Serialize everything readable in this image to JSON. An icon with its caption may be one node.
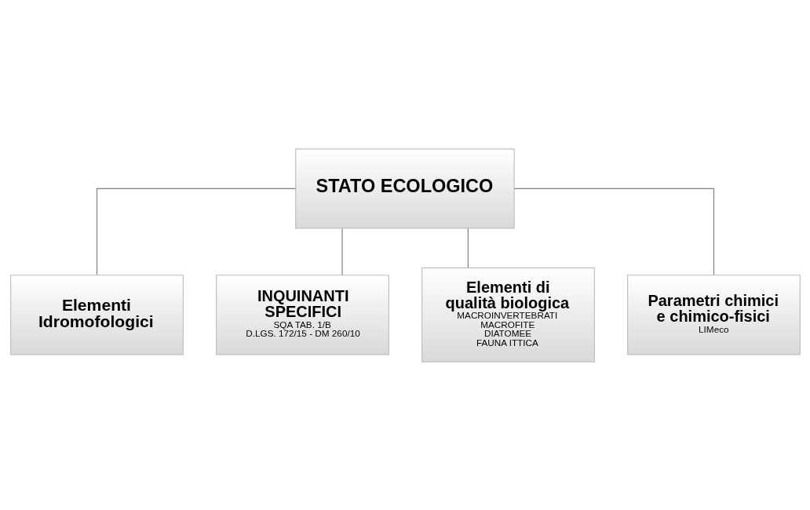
{
  "diagram": {
    "nodes": [
      {
        "text": [
          "STATO ECOLOGICO"
        ]
      },
      {
        "text": [
          "Elementi Idromofologici"
        ]
      },
      {
        "text": [
          "INQUINANTI SPECIFICI",
          "SQA TAB. 1/B",
          "D.LGS. 172/15 - DM 260/10"
        ]
      },
      {
        "text": [
          "Elementi di qualità biologica",
          "MACROINVERTEBRATI",
          "MACROFITE",
          "DIATOMEE",
          "FAUNA ITTICA"
        ]
      },
      {
        "text": [
          "Parametri chimici e chimico-fisici",
          "LIMeco"
        ]
      }
    ],
    "edges": [
      {
        "from": 0,
        "to": 1,
        "arrow": "none"
      },
      {
        "from": 0,
        "to": 2,
        "arrow": "none"
      },
      {
        "from": 0,
        "to": 3,
        "arrow": "none"
      },
      {
        "from": 0,
        "to": 4,
        "arrow": "none"
      }
    ]
  }
}
